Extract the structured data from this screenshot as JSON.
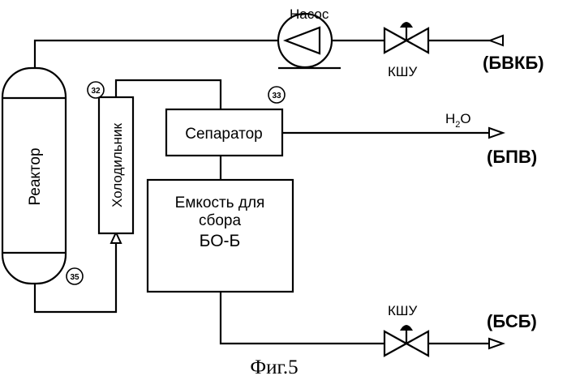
{
  "labels": {
    "pump": "Насос",
    "valve_top": "КШУ",
    "valve_bottom": "КШУ",
    "reactor": "Реактор",
    "cooler": "Холодильник",
    "separator": "Сепаратор",
    "tank_line1": "Емкость для",
    "tank_line2": "сбора",
    "tank_line3": "БО-Б",
    "water_h": "H",
    "water_sub": "2",
    "water_o": "O",
    "bvkb": "(БВКБ)",
    "bpv": "(БПВ)",
    "bsb": "(БСБ)",
    "figure": "Фиг.5"
  },
  "markers": {
    "m32": "32",
    "m33": "33",
    "m35": "35"
  }
}
